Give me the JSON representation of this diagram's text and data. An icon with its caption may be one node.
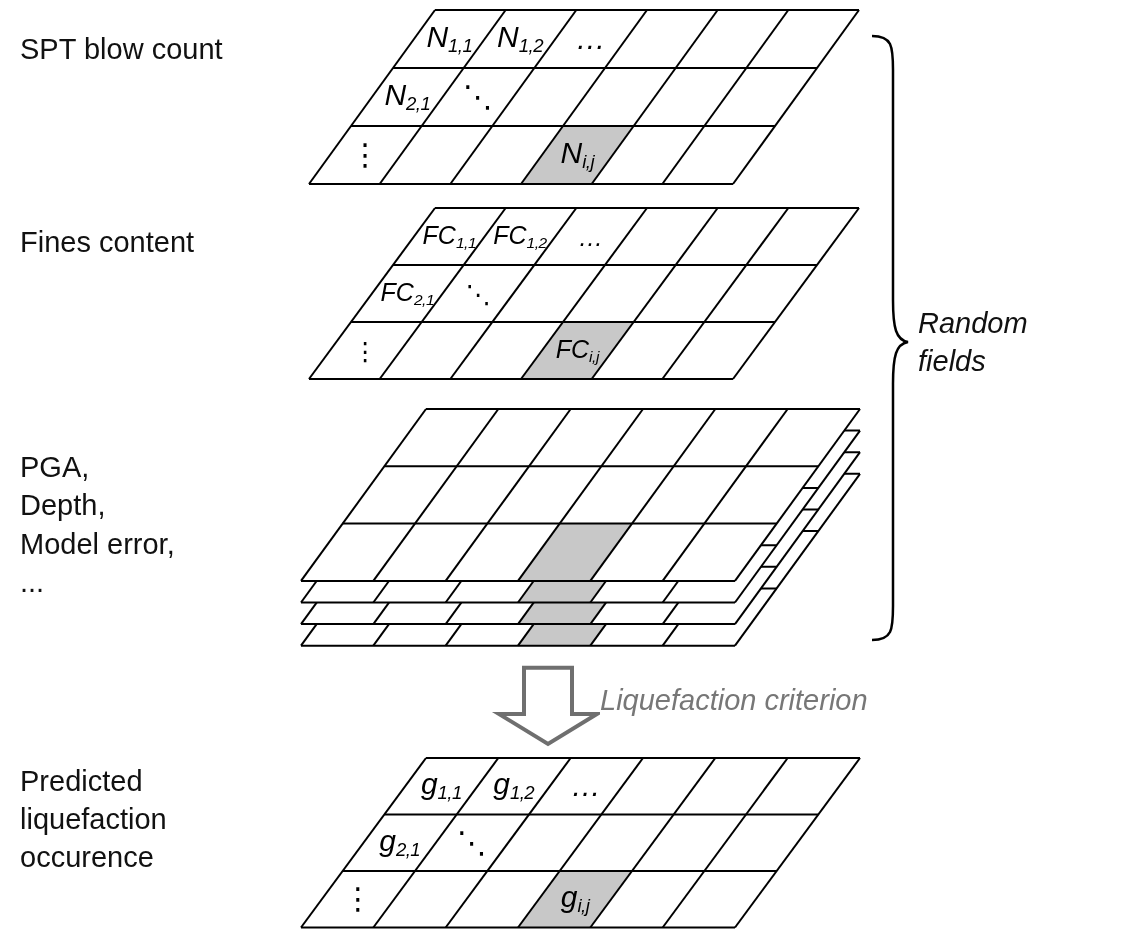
{
  "diagram": {
    "nodes": [
      {
        "text": [
          "N$_{1,1}$",
          "N$_{1,2}$",
          "…",
          "N$_{2,1}$",
          "⋱",
          "⋮",
          "N$_{i,j}$"
        ]
      },
      {
        "text": [
          "FC$_{1,1}$",
          "FC$_{1,2}$",
          "…",
          "FC$_{2,1}$",
          "⋱",
          "⋮",
          "FC$_{i,j}$"
        ]
      },
      {
        "text": [],
        "shape": "grid"
      },
      {
        "text": [
          "g$_{1,1}$",
          "g$_{1,2}$",
          "…",
          "g$_{2,1}$",
          "⋱",
          "⋮",
          "g$_{i,j}$"
        ]
      }
    ],
    "edges": [
      {
        "from": 2,
        "to": 3,
        "arrow": "to",
        "label": "Liquefaction criterion"
      }
    ],
    "labels": [
      "SPT blow count",
      "Fines content",
      "PGA,",
      "Depth,",
      "Model error,",
      "...",
      "Predicted liquefaction occurence",
      "Random fields"
    ]
  }
}
